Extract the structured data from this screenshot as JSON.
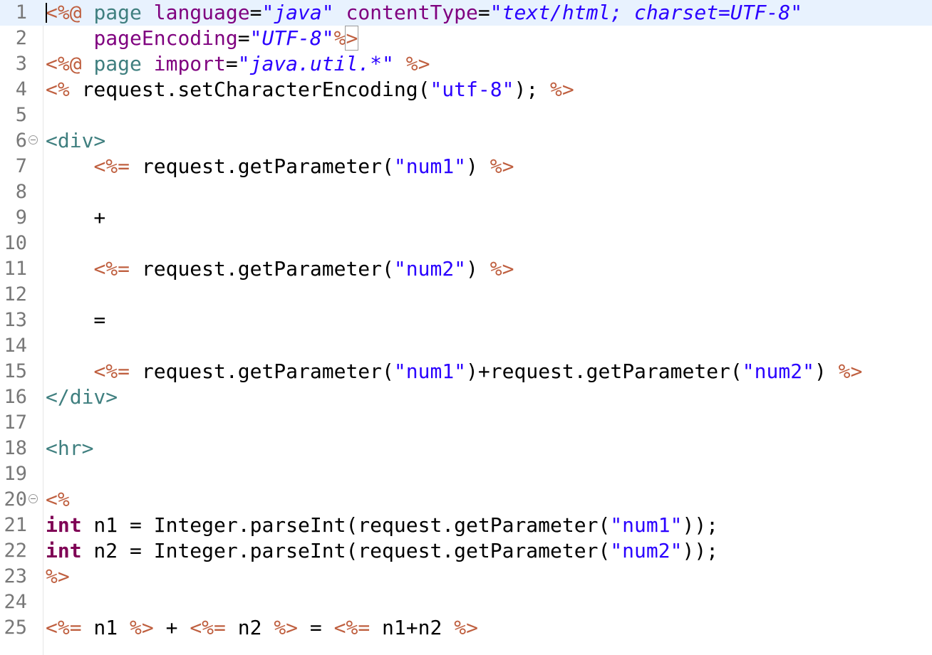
{
  "editor": {
    "current_line": 1,
    "lines": [
      {
        "n": "1",
        "fold": false,
        "tokens": [
          {
            "c": "delim",
            "t": "<%@"
          },
          {
            "c": "plain",
            "t": " "
          },
          {
            "c": "dir",
            "t": "page"
          },
          {
            "c": "plain",
            "t": " "
          },
          {
            "c": "attr",
            "t": "language"
          },
          {
            "c": "plain",
            "t": "="
          },
          {
            "c": "aval",
            "t": "\"java\""
          },
          {
            "c": "plain",
            "t": " "
          },
          {
            "c": "attr",
            "t": "contentType"
          },
          {
            "c": "plain",
            "t": "="
          },
          {
            "c": "aval",
            "t": "\"text/html; charset=UTF-8\""
          }
        ]
      },
      {
        "n": "2",
        "fold": false,
        "tokens": [
          {
            "c": "plain",
            "t": "    "
          },
          {
            "c": "attr",
            "t": "pageEncoding"
          },
          {
            "c": "plain",
            "t": "="
          },
          {
            "c": "aval",
            "t": "\"UTF-8\""
          },
          {
            "c": "delim",
            "t": "%"
          },
          {
            "c": "delimbox",
            "t": ">"
          }
        ]
      },
      {
        "n": "3",
        "fold": false,
        "tokens": [
          {
            "c": "delim",
            "t": "<%@"
          },
          {
            "c": "plain",
            "t": " "
          },
          {
            "c": "dir",
            "t": "page"
          },
          {
            "c": "plain",
            "t": " "
          },
          {
            "c": "attr",
            "t": "import"
          },
          {
            "c": "plain",
            "t": "="
          },
          {
            "c": "aval",
            "t": "\"java.util.*\""
          },
          {
            "c": "plain",
            "t": " "
          },
          {
            "c": "delim",
            "t": "%>"
          }
        ]
      },
      {
        "n": "4",
        "fold": false,
        "tokens": [
          {
            "c": "delim",
            "t": "<%"
          },
          {
            "c": "plain",
            "t": " request.setCharacterEncoding("
          },
          {
            "c": "str",
            "t": "\"utf-8\""
          },
          {
            "c": "plain",
            "t": "); "
          },
          {
            "c": "delim",
            "t": "%>"
          }
        ]
      },
      {
        "n": "5",
        "fold": false,
        "tokens": []
      },
      {
        "n": "6",
        "fold": true,
        "tokens": [
          {
            "c": "tag",
            "t": "<div>"
          }
        ]
      },
      {
        "n": "7",
        "fold": false,
        "tokens": [
          {
            "c": "plain",
            "t": "    "
          },
          {
            "c": "delim",
            "t": "<%="
          },
          {
            "c": "plain",
            "t": " request.getParameter("
          },
          {
            "c": "str",
            "t": "\"num1\""
          },
          {
            "c": "plain",
            "t": ") "
          },
          {
            "c": "delim",
            "t": "%>"
          }
        ]
      },
      {
        "n": "8",
        "fold": false,
        "tokens": []
      },
      {
        "n": "9",
        "fold": false,
        "tokens": [
          {
            "c": "plain",
            "t": "    +"
          }
        ]
      },
      {
        "n": "10",
        "fold": false,
        "tokens": []
      },
      {
        "n": "11",
        "fold": false,
        "tokens": [
          {
            "c": "plain",
            "t": "    "
          },
          {
            "c": "delim",
            "t": "<%="
          },
          {
            "c": "plain",
            "t": " request.getParameter("
          },
          {
            "c": "str",
            "t": "\"num2\""
          },
          {
            "c": "plain",
            "t": ") "
          },
          {
            "c": "delim",
            "t": "%>"
          }
        ]
      },
      {
        "n": "12",
        "fold": false,
        "tokens": []
      },
      {
        "n": "13",
        "fold": false,
        "tokens": [
          {
            "c": "plain",
            "t": "    ="
          }
        ]
      },
      {
        "n": "14",
        "fold": false,
        "tokens": []
      },
      {
        "n": "15",
        "fold": false,
        "tokens": [
          {
            "c": "plain",
            "t": "    "
          },
          {
            "c": "delim",
            "t": "<%="
          },
          {
            "c": "plain",
            "t": " request.getParameter("
          },
          {
            "c": "str",
            "t": "\"num1\""
          },
          {
            "c": "plain",
            "t": ")+request.getParameter("
          },
          {
            "c": "str",
            "t": "\"num2\""
          },
          {
            "c": "plain",
            "t": ") "
          },
          {
            "c": "delim",
            "t": "%>"
          }
        ]
      },
      {
        "n": "16",
        "fold": false,
        "tokens": [
          {
            "c": "tag",
            "t": "</div>"
          }
        ]
      },
      {
        "n": "17",
        "fold": false,
        "tokens": []
      },
      {
        "n": "18",
        "fold": false,
        "tokens": [
          {
            "c": "tag",
            "t": "<hr>"
          }
        ]
      },
      {
        "n": "19",
        "fold": false,
        "tokens": []
      },
      {
        "n": "20",
        "fold": true,
        "tokens": [
          {
            "c": "delim",
            "t": "<%"
          }
        ]
      },
      {
        "n": "21",
        "fold": false,
        "tokens": [
          {
            "c": "kw",
            "t": "int"
          },
          {
            "c": "plain",
            "t": " n1 = Integer.parseInt(request.getParameter("
          },
          {
            "c": "str",
            "t": "\"num1\""
          },
          {
            "c": "plain",
            "t": "));"
          }
        ]
      },
      {
        "n": "22",
        "fold": false,
        "tokens": [
          {
            "c": "kw",
            "t": "int"
          },
          {
            "c": "plain",
            "t": " n2 = Integer.parseInt(request.getParameter("
          },
          {
            "c": "str",
            "t": "\"num2\""
          },
          {
            "c": "plain",
            "t": "));"
          }
        ]
      },
      {
        "n": "23",
        "fold": false,
        "tokens": [
          {
            "c": "delim",
            "t": "%>"
          }
        ]
      },
      {
        "n": "24",
        "fold": false,
        "tokens": []
      },
      {
        "n": "25",
        "fold": false,
        "tokens": [
          {
            "c": "delim",
            "t": "<%="
          },
          {
            "c": "plain",
            "t": " n1 "
          },
          {
            "c": "delim",
            "t": "%>"
          },
          {
            "c": "plain",
            "t": " + "
          },
          {
            "c": "delim",
            "t": "<%="
          },
          {
            "c": "plain",
            "t": " n2 "
          },
          {
            "c": "delim",
            "t": "%>"
          },
          {
            "c": "plain",
            "t": " = "
          },
          {
            "c": "delim",
            "t": "<%="
          },
          {
            "c": "plain",
            "t": " n1+n2 "
          },
          {
            "c": "delim",
            "t": "%>"
          }
        ]
      }
    ]
  },
  "colors": {
    "delimiter": "#bf5f3f",
    "directive": "#3f7f7f",
    "attribute": "#7f007f",
    "attribute_value": "#2a00ff",
    "string": "#2a00ff",
    "tag": "#3f7f7f",
    "keyword": "#7f0055",
    "line_number": "#787878",
    "current_line_bg": "#e8f2fe"
  }
}
